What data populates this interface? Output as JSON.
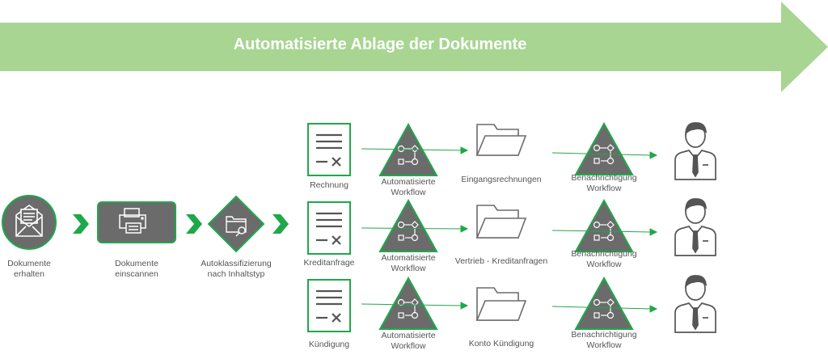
{
  "banner": {
    "title": "Automatisierte Ablage der Dokumente",
    "color": "#a8d592"
  },
  "colors": {
    "accent": "#1fa84a",
    "icon_fill": "#6b6b6b",
    "icon_stroke": "#3a3a3a",
    "text": "#555555"
  },
  "steps": [
    {
      "line1": "Dokumente",
      "line2": "erhalten",
      "icon": "mail-icon"
    },
    {
      "line1": "Dokumente",
      "line2": "einscannen",
      "icon": "scanner-icon"
    },
    {
      "line1": "Autoklassifizierung",
      "line2": "nach Inhaltstyp",
      "icon": "classification-icon"
    }
  ],
  "rows": [
    {
      "document": "Rechnung",
      "workflow": [
        "Automatisierte",
        "Workflow"
      ],
      "folder": "Eingangsrechnungen",
      "notify": [
        "Benachrichtigung",
        "Workflow"
      ]
    },
    {
      "document": "Kreditanfrage",
      "workflow": [
        "Automatisierte",
        "Workflow"
      ],
      "folder": "Vertrieb - Kreditanfragen",
      "notify": [
        "Benachrichtigung",
        "Workflow"
      ]
    },
    {
      "document": "Kündigung",
      "workflow": [
        "Automatisierte",
        "Workflow"
      ],
      "folder": "Konto Kündigung",
      "notify": [
        "Benachrichtigung",
        "Workflow"
      ]
    }
  ]
}
